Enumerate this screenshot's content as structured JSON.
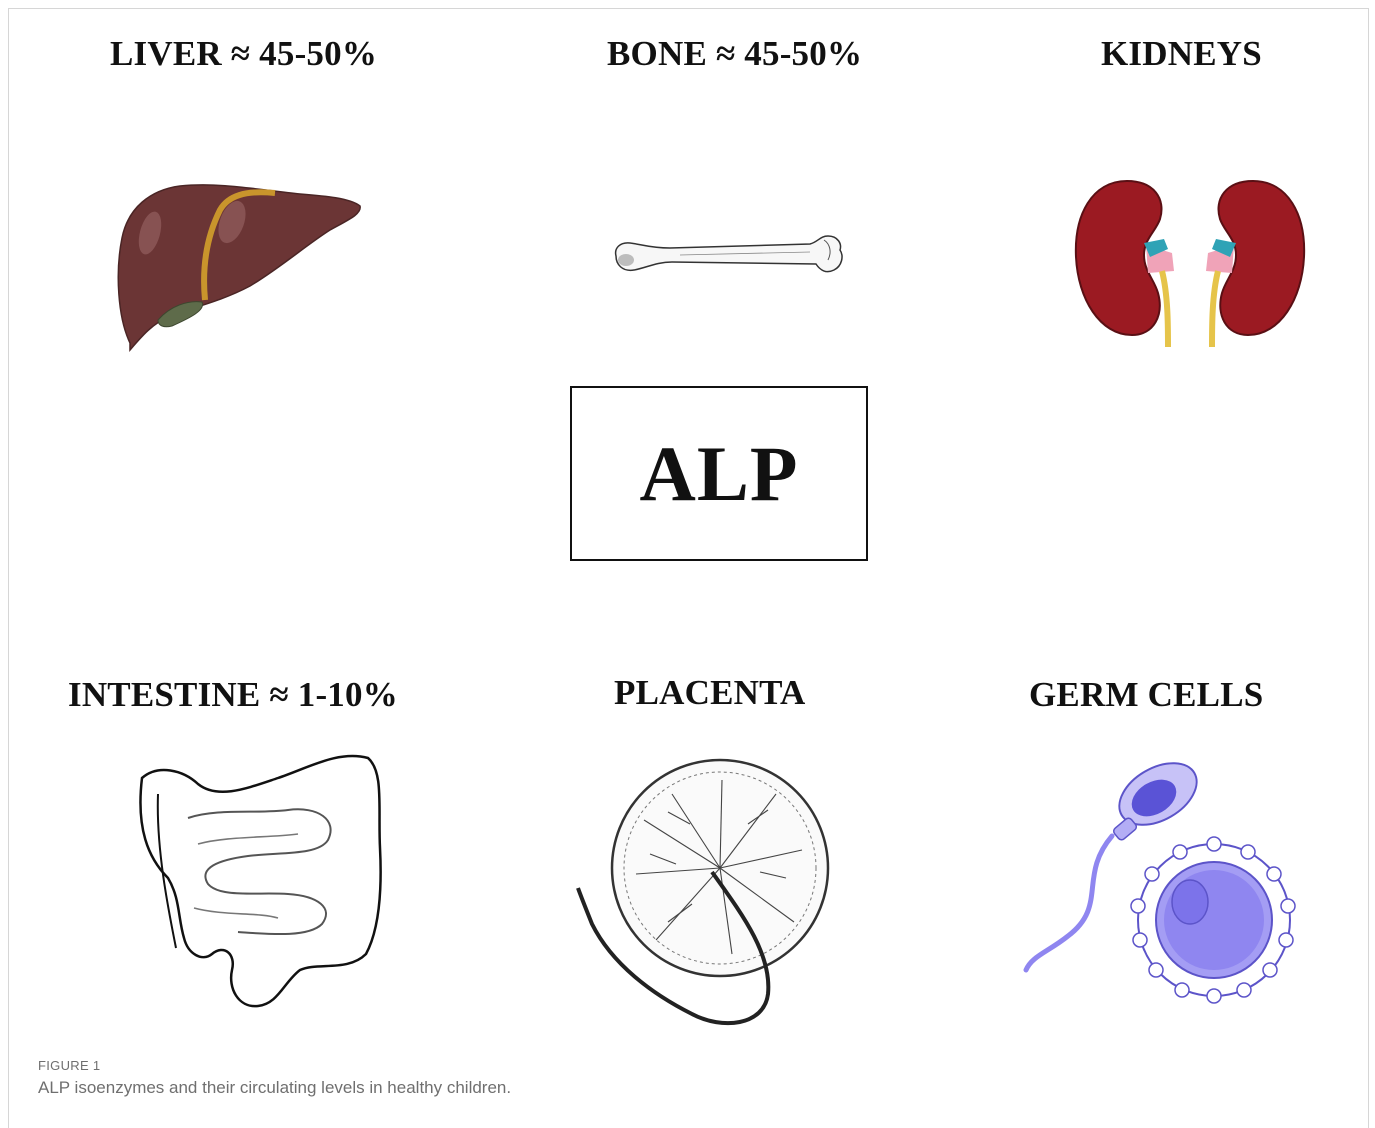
{
  "figure": {
    "center_label": "ALP",
    "tissues": [
      {
        "label": "LIVER ≈ 45-50%",
        "icon": "liver-icon"
      },
      {
        "label": "BONE ≈ 45-50%",
        "icon": "bone-icon"
      },
      {
        "label": "KIDNEYS",
        "icon": "kidneys-icon"
      },
      {
        "label": "INTESTINE ≈ 1-10%",
        "icon": "intestine-icon"
      },
      {
        "label": "PLACENTA",
        "icon": "placenta-icon"
      },
      {
        "label": "GERM CELLS",
        "icon": "germ-cells-icon"
      }
    ],
    "colors": {
      "liver": "#6b3535",
      "gallbladder_duct": "#c9952c",
      "kidney": "#9b1a22",
      "ureter": "#e6c44a",
      "germ_cells": "#8f86f0"
    }
  },
  "caption": {
    "label": "FIGURE 1",
    "text": "ALP isoenzymes and their circulating levels in healthy children."
  }
}
